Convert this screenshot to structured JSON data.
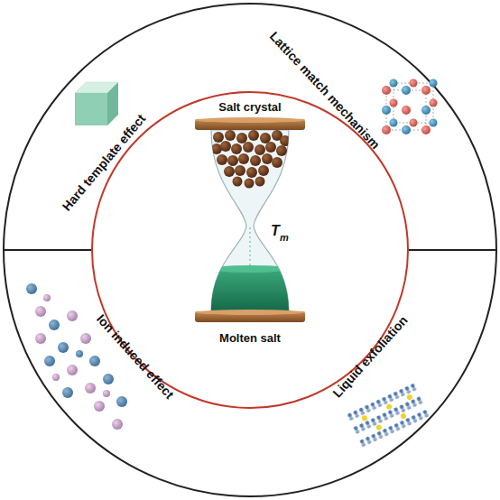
{
  "diagram": {
    "labels": [
      "Hard template effect",
      "Lattice match mechanism",
      "Salt crystal",
      "T",
      "m",
      "Ion induced effect",
      "Liquid exfoliation",
      "Molten salt"
    ]
  }
}
